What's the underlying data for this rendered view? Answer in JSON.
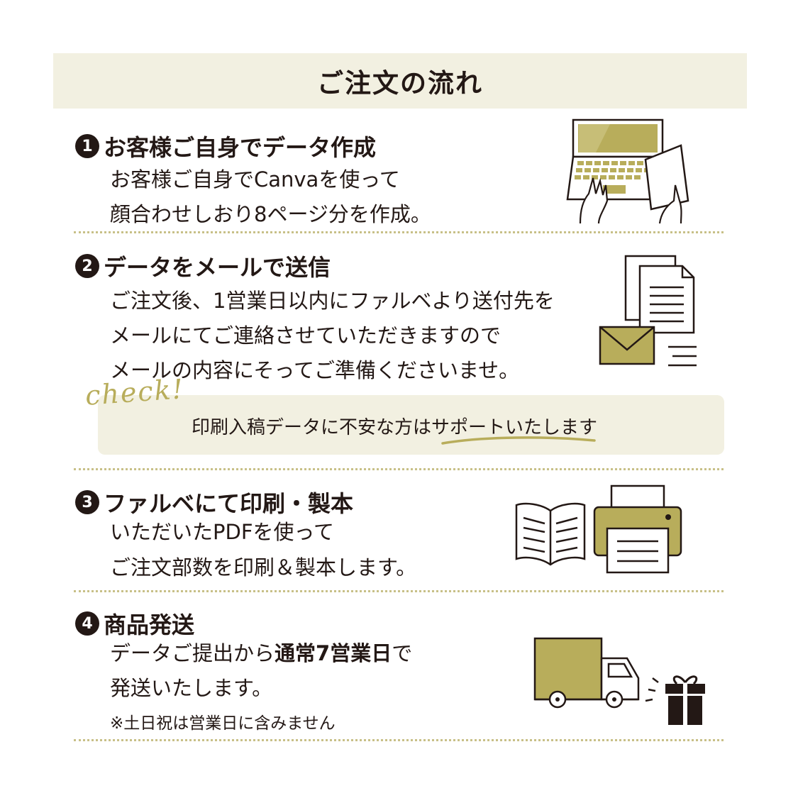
{
  "header": {
    "title": "ご注文の流れ"
  },
  "steps": [
    {
      "number": "1",
      "title": "お客様ご自身でデータ作成",
      "lines": [
        "お客様ご自身でCanvaを使って",
        "顔合わせしおり8ページ分を作成。"
      ]
    },
    {
      "number": "2",
      "title": "データをメールで送信",
      "lines": [
        "ご注文後、1営業日以内にファルベより送付先を",
        "メールにてご連絡させていただきますので",
        "メールの内容にそってご準備くださいませ。"
      ]
    },
    {
      "number": "3",
      "title": "ファルベにて印刷・製本",
      "lines": [
        "いただいたPDFを使って",
        "ご注文部数を印刷＆製本します。"
      ]
    },
    {
      "number": "4",
      "title": "商品発送",
      "line1_pre": "データご提出から",
      "line1_bold": "通常7営業日",
      "line1_post": "で",
      "line2": "発送いたします。",
      "note": "※土日祝は営業日に含みません"
    }
  ],
  "check": {
    "label": "check!",
    "text": "印刷入稿データに不安な方はサポートいたします"
  },
  "icons": {
    "step1": "laptop-hands-icon",
    "step2": "documents-envelope-icon",
    "step3": "book-printer-icon",
    "step4": "truck-gift-icon"
  },
  "colors": {
    "accent": "#b8ad5b",
    "dark": "#231815",
    "panel": "#f2f0e1",
    "divider": "#c8c088"
  }
}
